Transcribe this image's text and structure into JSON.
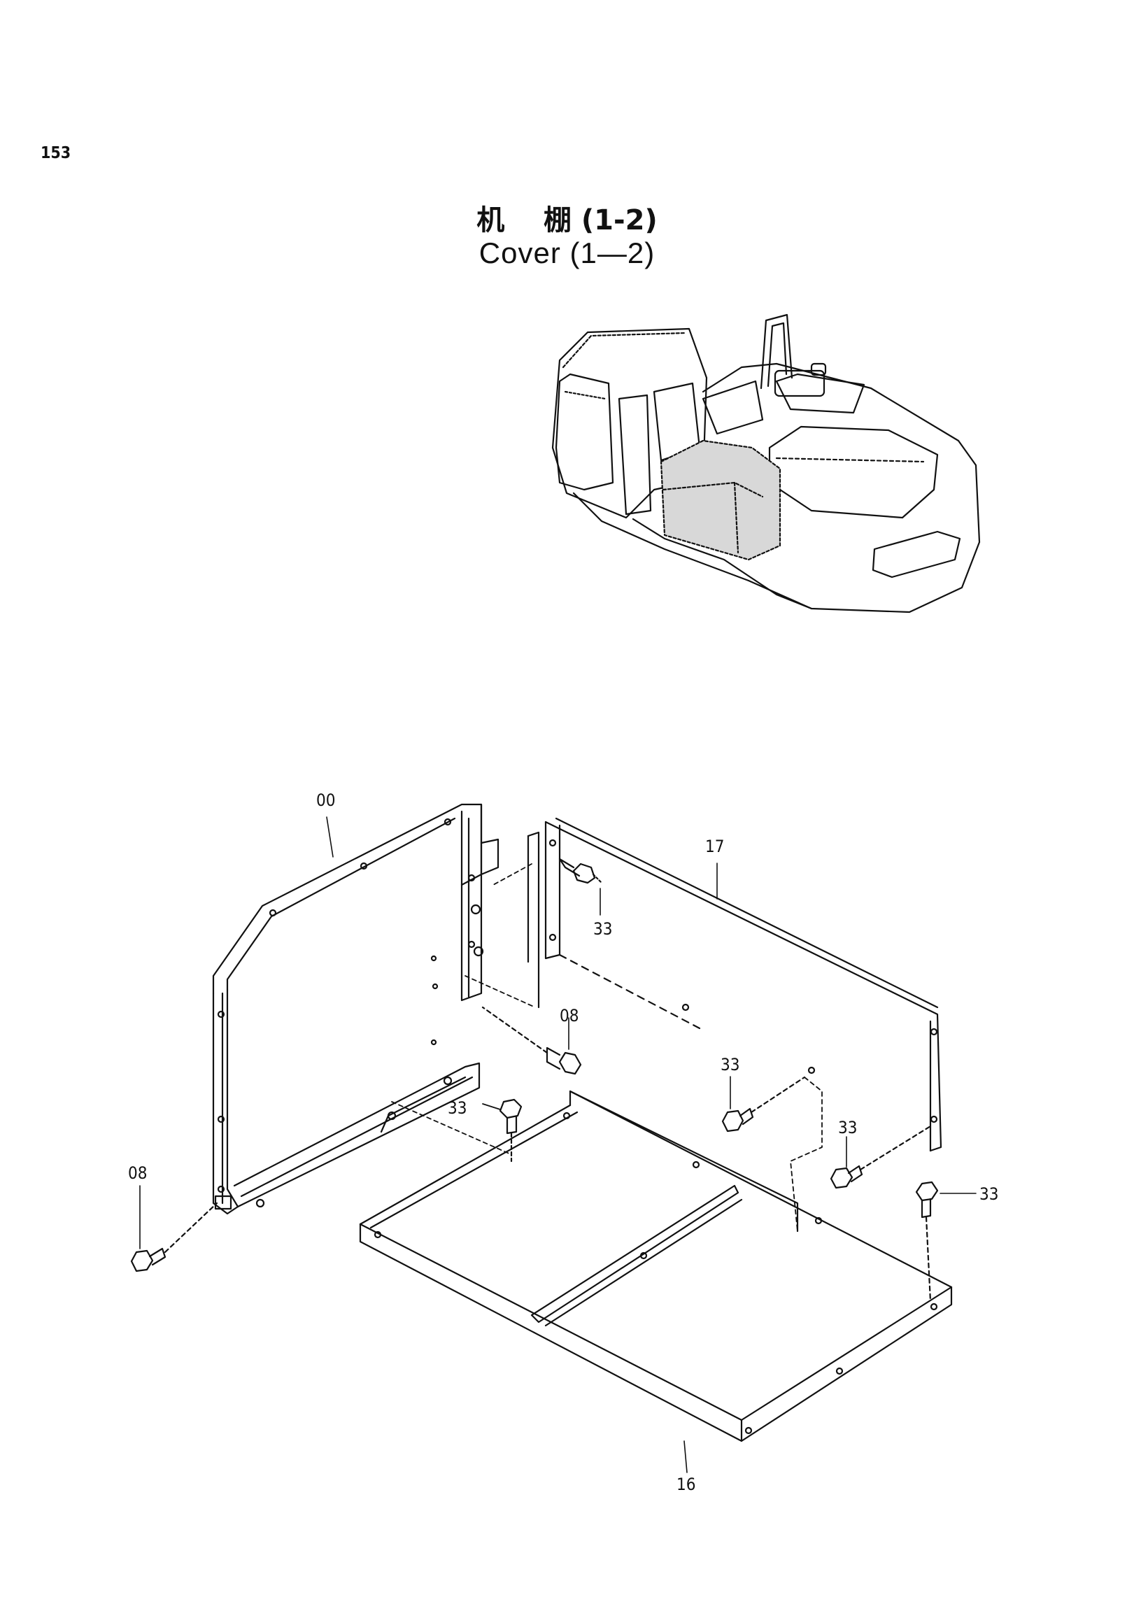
{
  "page": {
    "number": "153",
    "title_cn": "机    棚 (1-2)",
    "title_en": "Cover (1—2)"
  },
  "colors": {
    "ink": "#111111",
    "shade": "#555555",
    "paper": "#ffffff"
  },
  "callouts": {
    "c00": "00",
    "c17": "17",
    "c33a": "33",
    "c08a": "08",
    "c33b": "33",
    "c33c": "33",
    "c33d": "33",
    "c33e": "33",
    "c08b": "08",
    "c16": "16"
  }
}
